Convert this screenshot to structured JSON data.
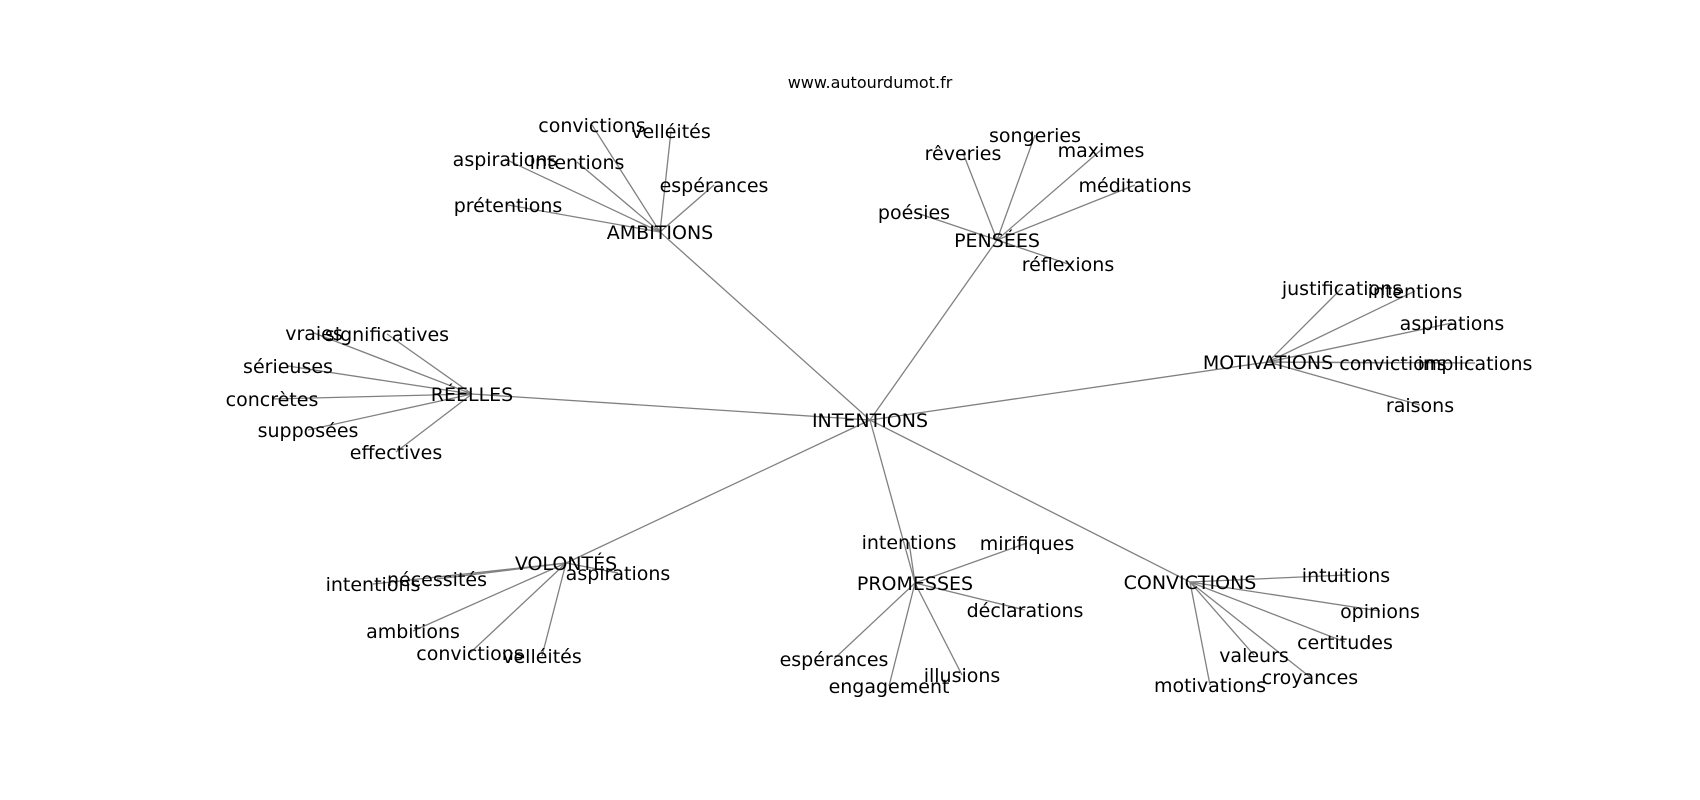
{
  "site": "www.autourdumot.fr",
  "center": "INTENTIONS",
  "hubs": [
    {
      "label": "AMBITIONS",
      "leaves": [
        "convictions",
        "velléités",
        "aspirations",
        "intentions",
        "espérances",
        "prétentions"
      ]
    },
    {
      "label": "PENSÉES",
      "leaves": [
        "songeries",
        "rêveries",
        "maximes",
        "méditations",
        "poésies",
        "réflexions"
      ]
    },
    {
      "label": "MOTIVATIONS",
      "leaves": [
        "justifications",
        "intentions",
        "aspirations",
        "convictions",
        "implications",
        "raisons"
      ]
    },
    {
      "label": "RÉELLES",
      "leaves": [
        "vraies",
        "significatives",
        "sérieuses",
        "concrètes",
        "supposées",
        "effectives"
      ]
    },
    {
      "label": "VOLONTÉS",
      "leaves": [
        "nécessités",
        "intentions",
        "aspirations",
        "ambitions",
        "convictions",
        "velléités"
      ]
    },
    {
      "label": "PROMESSES",
      "leaves": [
        "intentions",
        "mirifiques",
        "déclarations",
        "espérances",
        "illusions",
        "engagement"
      ]
    },
    {
      "label": "CONVICTIONS",
      "leaves": [
        "intuitions",
        "opinions",
        "certitudes",
        "valeurs",
        "croyances",
        "motivations"
      ]
    }
  ]
}
